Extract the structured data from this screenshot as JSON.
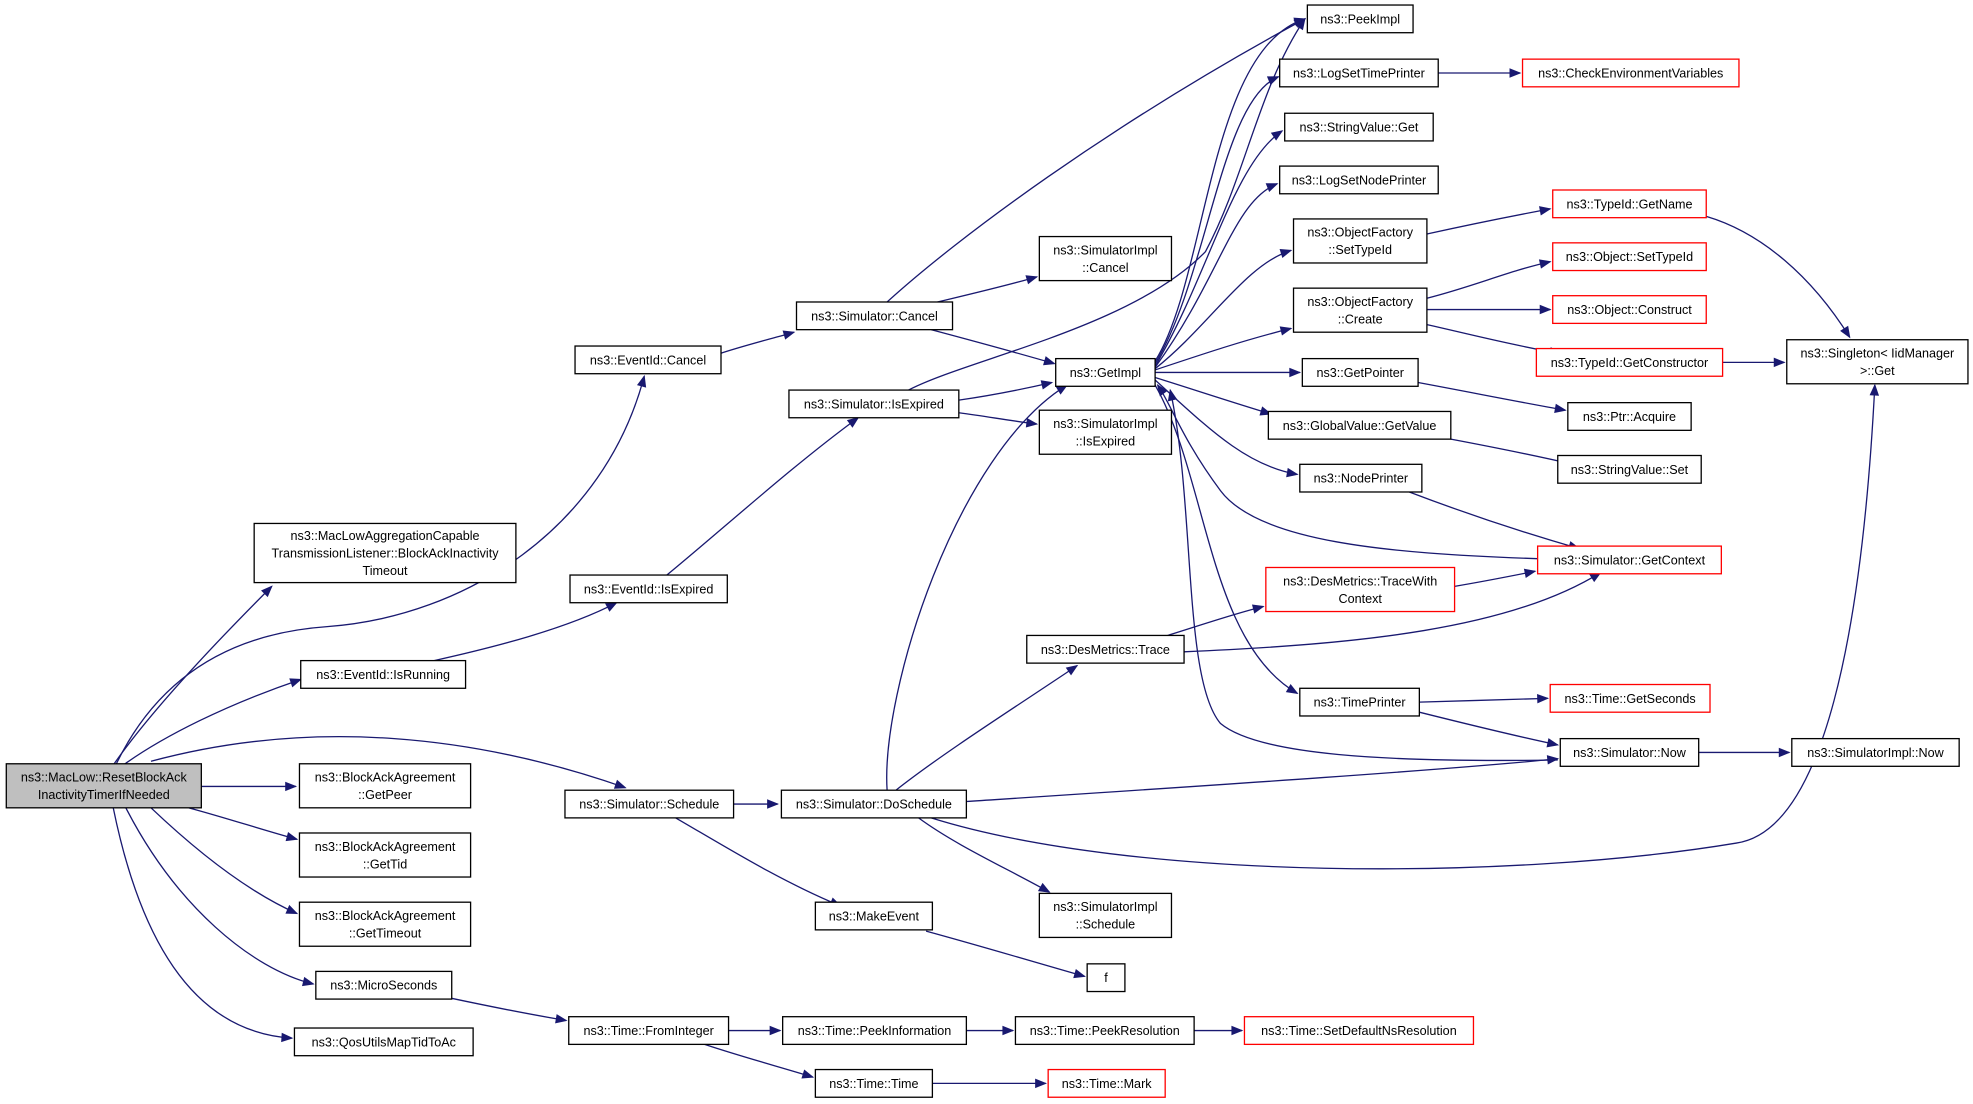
{
  "colors": {
    "edge": "#191970",
    "root_fill": "#bfbfbf",
    "default_border": "#000000",
    "truncated_border": "#ff0000"
  },
  "nodes": [
    {
      "id": "root",
      "lines": [
        "ns3::MacLow::ResetBlockAck",
        "InactivityTimerIfNeeded"
      ],
      "style": "root"
    },
    {
      "id": "mlacTimeout",
      "lines": [
        "ns3::MacLowAggregationCapable",
        "TransmissionListener::BlockAckInactivity",
        "Timeout"
      ],
      "style": "normal"
    },
    {
      "id": "evCancel",
      "lines": [
        "ns3::EventId::Cancel"
      ],
      "style": "normal"
    },
    {
      "id": "evRunning",
      "lines": [
        "ns3::EventId::IsRunning"
      ],
      "style": "normal"
    },
    {
      "id": "evExpired",
      "lines": [
        "ns3::EventId::IsExpired"
      ],
      "style": "normal"
    },
    {
      "id": "baaPeer",
      "lines": [
        "ns3::BlockAckAgreement",
        "::GetPeer"
      ],
      "style": "normal"
    },
    {
      "id": "baaTid",
      "lines": [
        "ns3::BlockAckAgreement",
        "::GetTid"
      ],
      "style": "normal"
    },
    {
      "id": "baaTimeout",
      "lines": [
        "ns3::BlockAckAgreement",
        "::GetTimeout"
      ],
      "style": "normal"
    },
    {
      "id": "micro",
      "lines": [
        "ns3::MicroSeconds"
      ],
      "style": "normal"
    },
    {
      "id": "qos",
      "lines": [
        "ns3::QosUtilsMapTidToAc"
      ],
      "style": "normal"
    },
    {
      "id": "simSchedule",
      "lines": [
        "ns3::Simulator::Schedule"
      ],
      "style": "normal"
    },
    {
      "id": "simCancel",
      "lines": [
        "ns3::Simulator::Cancel"
      ],
      "style": "normal"
    },
    {
      "id": "simIsExpired",
      "lines": [
        "ns3::Simulator::IsExpired"
      ],
      "style": "normal"
    },
    {
      "id": "simDoSchedule",
      "lines": [
        "ns3::Simulator::DoSchedule"
      ],
      "style": "normal"
    },
    {
      "id": "makeEvent",
      "lines": [
        "ns3::MakeEvent"
      ],
      "style": "normal"
    },
    {
      "id": "fromInteger",
      "lines": [
        "ns3::Time::FromInteger"
      ],
      "style": "normal"
    },
    {
      "id": "peekInfo",
      "lines": [
        "ns3::Time::PeekInformation"
      ],
      "style": "normal"
    },
    {
      "id": "timeTime",
      "lines": [
        "ns3::Time::Time"
      ],
      "style": "normal"
    },
    {
      "id": "peekRes",
      "lines": [
        "ns3::Time::PeekResolution"
      ],
      "style": "normal"
    },
    {
      "id": "timeMark",
      "lines": [
        "ns3::Time::Mark"
      ],
      "style": "truncated"
    },
    {
      "id": "setDefNs",
      "lines": [
        "ns3::Time::SetDefaultNsResolution"
      ],
      "style": "truncated"
    },
    {
      "id": "simImplCancel",
      "lines": [
        "ns3::SimulatorImpl",
        "::Cancel"
      ],
      "style": "normal"
    },
    {
      "id": "getImpl",
      "lines": [
        "ns3::GetImpl"
      ],
      "style": "normal"
    },
    {
      "id": "simImplIsExpired",
      "lines": [
        "ns3::SimulatorImpl",
        "::IsExpired"
      ],
      "style": "normal"
    },
    {
      "id": "desTrace",
      "lines": [
        "ns3::DesMetrics::Trace"
      ],
      "style": "normal"
    },
    {
      "id": "simImplSchedule",
      "lines": [
        "ns3::SimulatorImpl",
        "::Schedule"
      ],
      "style": "normal"
    },
    {
      "id": "f",
      "lines": [
        "f"
      ],
      "style": "normal"
    },
    {
      "id": "peekImpl",
      "lines": [
        "ns3::PeekImpl"
      ],
      "style": "normal"
    },
    {
      "id": "logSetTime",
      "lines": [
        "ns3::LogSetTimePrinter"
      ],
      "style": "normal"
    },
    {
      "id": "stringGet",
      "lines": [
        "ns3::StringValue::Get"
      ],
      "style": "normal"
    },
    {
      "id": "logSetNode",
      "lines": [
        "ns3::LogSetNodePrinter"
      ],
      "style": "normal"
    },
    {
      "id": "ofSetTypeId",
      "lines": [
        "ns3::ObjectFactory",
        "::SetTypeId"
      ],
      "style": "normal"
    },
    {
      "id": "ofCreate",
      "lines": [
        "ns3::ObjectFactory",
        "::Create"
      ],
      "style": "normal"
    },
    {
      "id": "getPointer",
      "lines": [
        "ns3::GetPointer"
      ],
      "style": "normal"
    },
    {
      "id": "gvGetValue",
      "lines": [
        "ns3::GlobalValue::GetValue"
      ],
      "style": "normal"
    },
    {
      "id": "nodePrinter",
      "lines": [
        "ns3::NodePrinter"
      ],
      "style": "normal"
    },
    {
      "id": "desTraceCtx",
      "lines": [
        "ns3::DesMetrics::TraceWith",
        "Context"
      ],
      "style": "truncated"
    },
    {
      "id": "timePrinter",
      "lines": [
        "ns3::TimePrinter"
      ],
      "style": "normal"
    },
    {
      "id": "checkEnv",
      "lines": [
        "ns3::CheckEnvironmentVariables"
      ],
      "style": "truncated"
    },
    {
      "id": "typeIdGetName",
      "lines": [
        "ns3::TypeId::GetName"
      ],
      "style": "truncated"
    },
    {
      "id": "objSetTypeId",
      "lines": [
        "ns3::Object::SetTypeId"
      ],
      "style": "truncated"
    },
    {
      "id": "objConstruct",
      "lines": [
        "ns3::Object::Construct"
      ],
      "style": "truncated"
    },
    {
      "id": "typeIdGetCtor",
      "lines": [
        "ns3::TypeId::GetConstructor"
      ],
      "style": "truncated"
    },
    {
      "id": "ptrAcquire",
      "lines": [
        "ns3::Ptr::Acquire"
      ],
      "style": "normal"
    },
    {
      "id": "svSet",
      "lines": [
        "ns3::StringValue::Set"
      ],
      "style": "normal"
    },
    {
      "id": "simGetContext",
      "lines": [
        "ns3::Simulator::GetContext"
      ],
      "style": "truncated"
    },
    {
      "id": "timeGetSeconds",
      "lines": [
        "ns3::Time::GetSeconds"
      ],
      "style": "truncated"
    },
    {
      "id": "simNow",
      "lines": [
        "ns3::Simulator::Now"
      ],
      "style": "normal"
    },
    {
      "id": "singleton",
      "lines": [
        "ns3::Singleton< IidManager",
        " >::Get"
      ],
      "style": "normal"
    },
    {
      "id": "simImplNow",
      "lines": [
        "ns3::SimulatorImpl::Now"
      ],
      "style": "normal"
    }
  ]
}
